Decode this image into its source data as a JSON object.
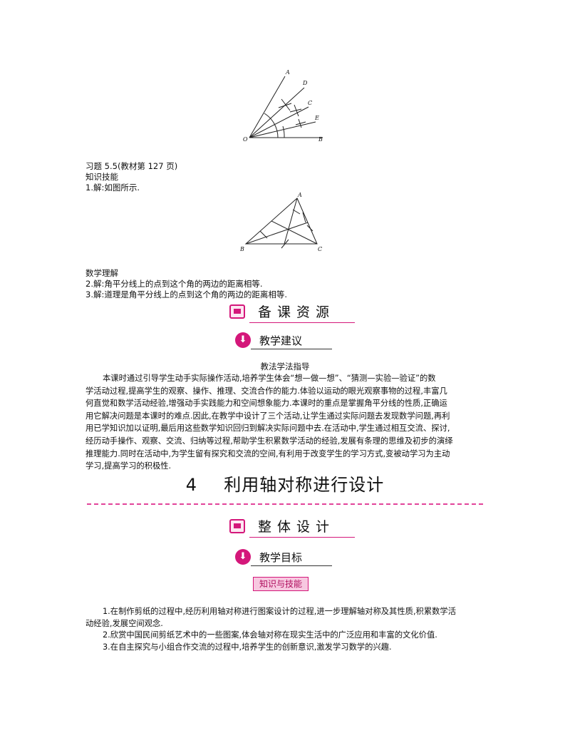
{
  "figure1": {
    "labels": {
      "a": "A",
      "d": "D",
      "c": "C",
      "e": "E",
      "o": "O",
      "b": "B"
    }
  },
  "lines_top": [
    "习题 5.5(教材第 127 页)",
    "知识技能",
    "1.解:如图所示."
  ],
  "figure2": {
    "labels": {
      "a": "A",
      "b": "B",
      "c": "C"
    }
  },
  "lines_mid": [
    "数学理解",
    "2.解:角平分线上的点到这个角的两边的距离相等.",
    "3.解:道理是角平分线上的点到这个角的两边的距离相等."
  ],
  "section1": {
    "title": "备课资源"
  },
  "subsection1": {
    "title": "教学建议",
    "icon": "down-arrow-icon"
  },
  "guide_title": "教法学法指导",
  "guide_lines": [
    "本课时通过引导学生动手实际操作活动,培养学生体会“想—做—想”、“猜测—实验—验证”的数",
    "学活动过程,提高学生的观察、操作、推理、交流合作的能力.体验以运动的眼光观察事物的过程,丰富几",
    "何直觉和数学活动经验,增强动手实践能力和空间想象能力.本课时的重点是掌握角平分线的性质,正确运",
    "用它解决问题是本课时的难点.因此,在教学中设计了三个活动,让学生通过实际问题去发现数学问题,再利",
    "用已学知识加以证明,最后用这些数学知识回归到解决实际问题中去.在活动中,学生通过相互交流、探讨,",
    "经历动手操作、观察、交流、归纳等过程,帮助学生积累数学活动的经验,发展有条理的思维及初步的演绎",
    "推理能力.同时在活动中,为学生留有探究和交流的空间,有利用于改变学生的学习方式,变被动学习为主动",
    "学习,提高学习的积极性."
  ],
  "chapter": {
    "number": "4",
    "title": "利用轴对称进行设计"
  },
  "section2": {
    "title": "整体设计"
  },
  "subsection2": {
    "title": "教学目标",
    "icon": "down-arrow-icon"
  },
  "badge": "知识与技能",
  "goals": [
    "1.在制作剪纸的过程中,经历利用轴对称进行图案设计的过程,进一步理解轴对称及其性质,积累数学活",
    "动经验,发展空间观念.",
    "2.欣赏中国民间剪纸艺术中的一些图案,体会轴对称在现实生活中的广泛应用和丰富的文化价值.",
    "3.在自主探究与小组合作交流的过程中,培养学生的创新意识,激发学习数学的兴趣."
  ],
  "colors": {
    "accent": "#d4177a",
    "dash": "#e2449a"
  }
}
